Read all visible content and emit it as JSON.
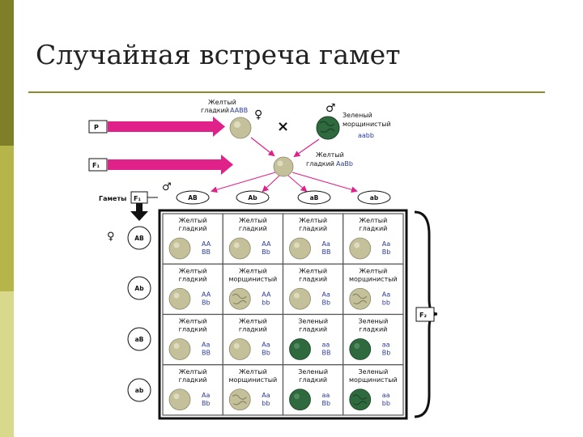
{
  "slide": {
    "title": "Случайная встреча гамет"
  },
  "parents": {
    "female": {
      "line1": "Желтый",
      "line2": "гладкий",
      "genotype": "AABB",
      "symbol": "♀"
    },
    "male": {
      "line1": "Зеленый",
      "line2": "морщинистый",
      "genotype": "aabb",
      "symbol": "♂"
    },
    "cross_symbol": "×"
  },
  "f1": {
    "line1": "Желтый",
    "line2": "гладкий",
    "genotype": "AaBb"
  },
  "generation_labels": {
    "p": "P",
    "f1": "F₁",
    "f1_gametes": "F₁",
    "f2": "F₂"
  },
  "gametes_label": "Гаметы",
  "female_symbol": "♀",
  "male_symbol": "♂",
  "male_gametes": [
    "AB",
    "Ab",
    "aB",
    "ab"
  ],
  "female_gametes": [
    "AB",
    "Ab",
    "aB",
    "ab"
  ],
  "colors": {
    "yellow_pea": "#c4c09a",
    "green_pea": "#2f6a3e",
    "arrow_pink": "#e0218a",
    "sidebar_dark": "#7f7f2a",
    "sidebar_mid": "#b5b54a",
    "sidebar_light": "#d9d98e"
  },
  "grid": [
    [
      {
        "line1": "Желтый",
        "line2": "гладкий",
        "g1": "AA",
        "g2": "BB",
        "pea": "yellow-smooth"
      },
      {
        "line1": "Желтый",
        "line2": "гладкий",
        "g1": "AA",
        "g2": "Bb",
        "pea": "yellow-smooth"
      },
      {
        "line1": "Желтый",
        "line2": "гладкий",
        "g1": "Aa",
        "g2": "BB",
        "pea": "yellow-smooth"
      },
      {
        "line1": "Желтый",
        "line2": "гладкий",
        "g1": "Aa",
        "g2": "Bb",
        "pea": "yellow-smooth"
      }
    ],
    [
      {
        "line1": "Желтый",
        "line2": "гладкий",
        "g1": "AA",
        "g2": "Bb",
        "pea": "yellow-smooth"
      },
      {
        "line1": "Желтый",
        "line2": "морщинистый",
        "g1": "AA",
        "g2": "bb",
        "pea": "yellow-wrinkled"
      },
      {
        "line1": "Желтый",
        "line2": "гладкий",
        "g1": "Aa",
        "g2": "Bb",
        "pea": "yellow-smooth"
      },
      {
        "line1": "Желтый",
        "line2": "морщинистый",
        "g1": "Aa",
        "g2": "bb",
        "pea": "yellow-wrinkled"
      }
    ],
    [
      {
        "line1": "Желтый",
        "line2": "гладкий",
        "g1": "Aa",
        "g2": "BB",
        "pea": "yellow-smooth"
      },
      {
        "line1": "Желтый",
        "line2": "гладкий",
        "g1": "Aa",
        "g2": "Bb",
        "pea": "yellow-smooth"
      },
      {
        "line1": "Зеленый",
        "line2": "гладкий",
        "g1": "aa",
        "g2": "BB",
        "pea": "green-smooth"
      },
      {
        "line1": "Зеленый",
        "line2": "гладкий",
        "g1": "aa",
        "g2": "Bb",
        "pea": "green-smooth"
      }
    ],
    [
      {
        "line1": "Желтый",
        "line2": "гладкий",
        "g1": "Aa",
        "g2": "Bb",
        "pea": "yellow-smooth"
      },
      {
        "line1": "Желтый",
        "line2": "морщинистый",
        "g1": "Aa",
        "g2": "bb",
        "pea": "yellow-wrinkled"
      },
      {
        "line1": "Зеленый",
        "line2": "гладкий",
        "g1": "aa",
        "g2": "Bb",
        "pea": "green-smooth"
      },
      {
        "line1": "Зеленый",
        "line2": "морщинистый",
        "g1": "aa",
        "g2": "bb",
        "pea": "green-wrinkled"
      }
    ]
  ]
}
